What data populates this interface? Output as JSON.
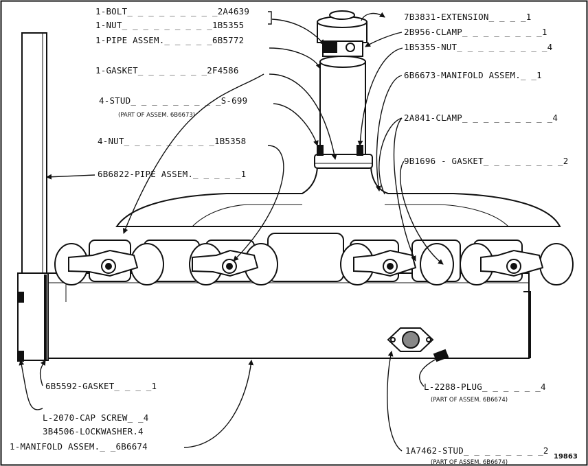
{
  "colors": {
    "ink": "#111111",
    "paper": "#ffffff"
  },
  "labels": {
    "bolt": "1-BOLT_ _ _ _ _ _ _ _ _2A4639",
    "nut_top": "1-NUT_ _ _ _ _ _ _ _ _1B5355",
    "pipe_assem": "1-PIPE ASSEM._ _ _ _ _6B5772",
    "gasket_top": "1-GASKET_ _ _ _ _ _ _2F4586",
    "stud": "4-STUD_ _ _ _ _ _ _ _ _S-699",
    "stud_note": "(PART OF ASSEM. 6B6673)",
    "nut_lower": "4-NUT_ _ _ _ _ _ _ _ _1B5358",
    "pipe_assem_left": "6B6822-PIPE ASSEM._ _ _ _ _1",
    "extension": "7B3831-EXTENSION_ _ _ _1",
    "clamp_top": "2B956-CLAMP_ _ _ _ _ _ _ _1",
    "nut_right": "1B5355-NUT_ _ _ _ _ _ _ _ _4",
    "manifold_top": "6B6673-MANIFOLD ASSEM._ _1",
    "clamp_right": "2A841-CLAMP_ _ _ _ _ _ _ _ _4",
    "gasket_right": "9B1696 - GASKET_ _ _ _ _ _ _ _2",
    "gasket_bottom": "6B5592-GASKET_ _ _ _1",
    "cap_screw": "L-2070-CAP SCREW_ _4",
    "lockwasher": "3B4506-LOCKWASHER.4",
    "manifold_bottom": "1-MANIFOLD ASSEM._ _6B6674",
    "plug": "L-2288-PLUG_ _ _ _ _ _4",
    "plug_note": "(PART OF ASSEM. 6B6674)",
    "stud_bottom": "1A7462-STUD_ _ _ _ _ _ _ _2",
    "stud_bottom_note": "(PART OF ASSEM. 6B6674)",
    "figure_number": "19863"
  }
}
